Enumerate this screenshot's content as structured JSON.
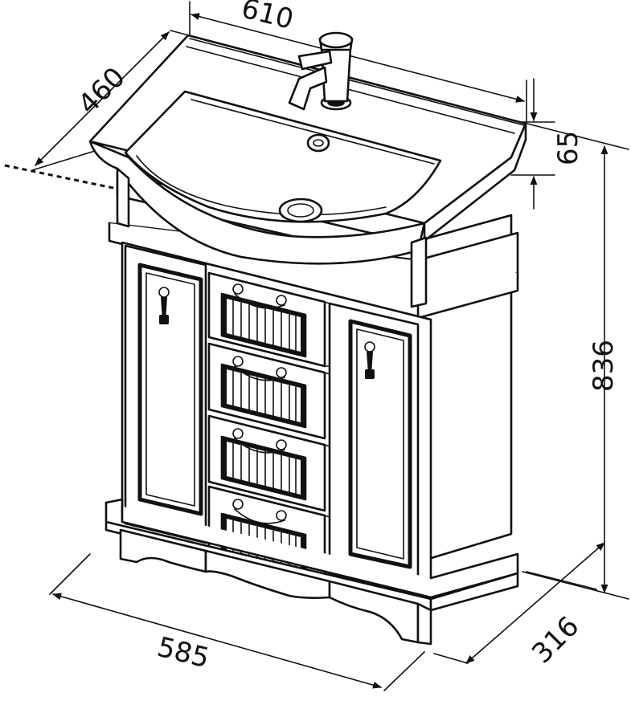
{
  "dimensions": {
    "top_width": "610",
    "depth_top": "460",
    "basin_height": "65",
    "total_height": "836",
    "bottom_width": "585",
    "cabinet_depth": "316"
  },
  "icons": {
    "faucet": "faucet-icon",
    "drain": "drain-icon",
    "overflow": "overflow-hole-icon",
    "handle": "drawer-handle-icon",
    "knob": "door-knob-icon"
  },
  "colors": {
    "stroke": "#111111",
    "background": "#ffffff"
  }
}
